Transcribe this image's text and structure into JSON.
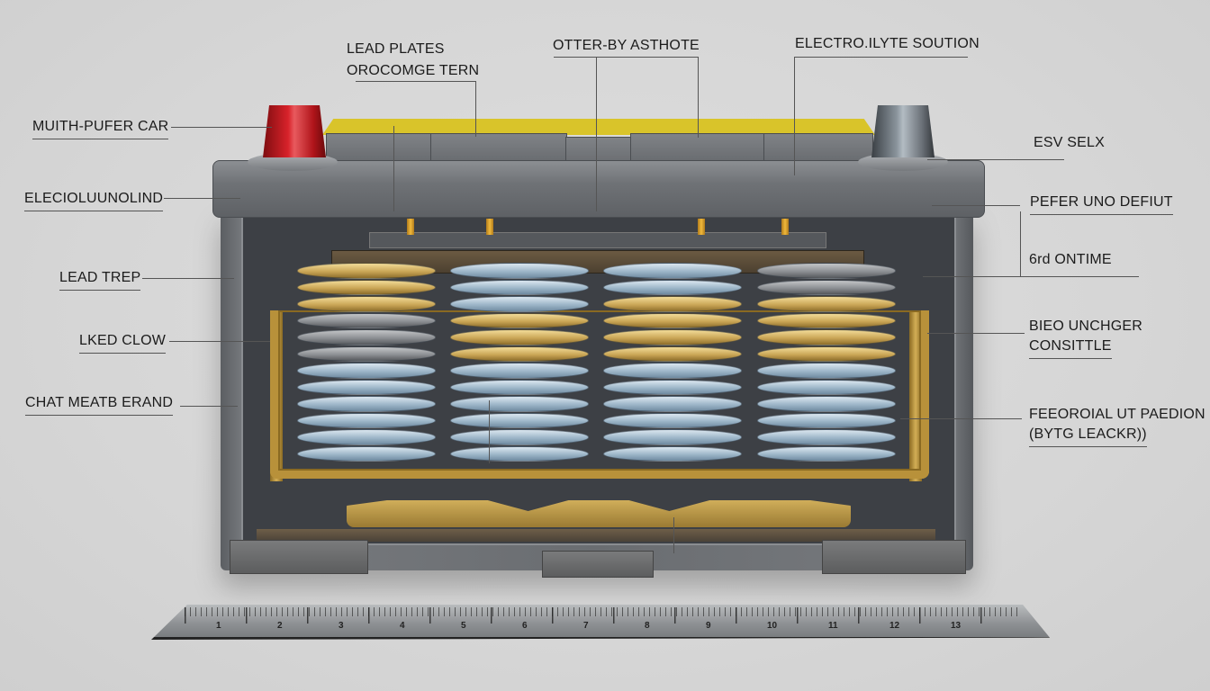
{
  "diagram": {
    "subject": "Car battery cutaway",
    "labels_left": [
      {
        "id": "muith-pufer-car",
        "text": "MUITH-PUFER CAR"
      },
      {
        "id": "elecloulunolind",
        "text": "ELECIOLUUNOLIND"
      },
      {
        "id": "lead-trep",
        "text": "LEAD TREP"
      },
      {
        "id": "lked-clow",
        "text": "LKED CLOW"
      },
      {
        "id": "chat-meatb-erand",
        "text": "CHAT MEATB ERAND"
      }
    ],
    "labels_top": [
      {
        "id": "lead-plates",
        "line1": "LEAD PLATES",
        "line2": "OROCOMGE TERN"
      },
      {
        "id": "otter-by-asthote",
        "text": "OTTER-BY ASTHOTE"
      },
      {
        "id": "electrolyte-solution",
        "text": "ELECTRO.ILYTE SOUTION"
      }
    ],
    "labels_right": [
      {
        "id": "esv-selx",
        "text": "ESV SELX"
      },
      {
        "id": "pefer-und-defut",
        "text": "PEFER UNO DEFIUT"
      },
      {
        "id": "6rd-ontime",
        "text": "6rd ONTIME"
      },
      {
        "id": "bieo-unchger",
        "line1": "BIEO UNCHGER",
        "line2": "CONSITTLE"
      },
      {
        "id": "feeoroial-ut-paedion",
        "line1": "FEEOROIAL UT PAEDION",
        "line2": "(BYTG LEACKR))"
      }
    ],
    "components": {
      "positive_terminal_color": "#c8161c",
      "negative_terminal_color": "#6b7178",
      "label_strip_color": "#d9c42a",
      "case_color": "#6c6f73",
      "cell_count": 4,
      "cells": [
        [
          "gold",
          "gold",
          "gold",
          "grey",
          "grey",
          "grey",
          "blue",
          "blue",
          "blue",
          "blue",
          "blue",
          "blue",
          "blue"
        ],
        [
          "blue",
          "blue",
          "blue",
          "gold",
          "gold",
          "gold",
          "blue",
          "blue",
          "blue",
          "blue",
          "blue",
          "blue",
          "blue"
        ],
        [
          "blue",
          "blue",
          "gold",
          "gold",
          "gold",
          "gold",
          "blue",
          "blue",
          "blue",
          "blue",
          "blue",
          "blue",
          "blue"
        ],
        [
          "grey",
          "grey",
          "gold",
          "gold",
          "gold",
          "gold",
          "blue",
          "blue",
          "blue",
          "blue",
          "blue",
          "blue",
          "blue"
        ]
      ]
    },
    "ruler": {
      "numbers": [
        "1",
        "2",
        "3",
        "4",
        "5",
        "6",
        "7",
        "8",
        "9",
        "10",
        "11",
        "12",
        "13"
      ]
    }
  }
}
